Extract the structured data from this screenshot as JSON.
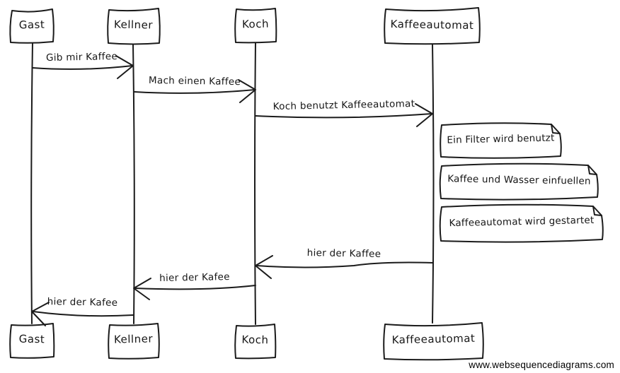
{
  "diagram": {
    "type": "sequence-diagram",
    "actors": [
      {
        "label": "Gast"
      },
      {
        "label": "Kellner"
      },
      {
        "label": "Koch"
      },
      {
        "label": "Kaffeeautomat"
      }
    ],
    "messages": [
      {
        "from": "Gast",
        "to": "Kellner",
        "label": "Gib mir Kaffee"
      },
      {
        "from": "Kellner",
        "to": "Koch",
        "label": "Mach einen Kaffee"
      },
      {
        "from": "Koch",
        "to": "Kaffeeautomat",
        "label": "Koch benutzt Kaffeeautomat"
      },
      {
        "from": "Kaffeeautomat",
        "to": "Koch",
        "label": "hier der Kaffee"
      },
      {
        "from": "Koch",
        "to": "Kellner",
        "label": "hier der Kafee"
      },
      {
        "from": "Kellner",
        "to": "Gast",
        "label": "hier der Kafee"
      }
    ],
    "notes": [
      {
        "label": "Ein Filter wird benutzt"
      },
      {
        "label": "Kaffee und Wasser einfuellen"
      },
      {
        "label": "Kaffeeautomat wird gestartet"
      }
    ],
    "footer": "www.websequencediagrams.com",
    "colors": {
      "stroke": "#1b1b1b",
      "background": "#ffffff"
    }
  }
}
